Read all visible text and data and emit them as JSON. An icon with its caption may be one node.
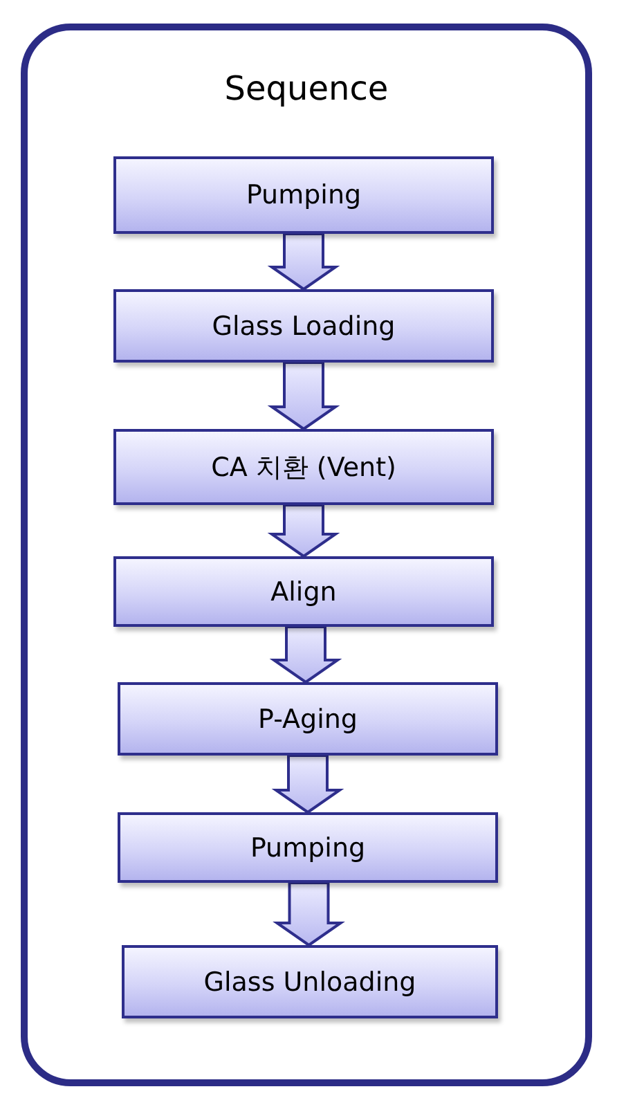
{
  "diagram": {
    "nodes": [
      {
        "text": [
          "Sequence"
        ]
      },
      {
        "text": [
          "Pumping"
        ],
        "in": 0
      },
      {
        "text": [
          "Glass Loading"
        ],
        "in": 0
      },
      {
        "text": [
          "CA 치환 (Vent)"
        ],
        "in": 0
      },
      {
        "text": [
          "Align"
        ],
        "in": 0
      },
      {
        "text": [
          "P-Aging"
        ],
        "in": 0
      },
      {
        "text": [
          "Pumping"
        ],
        "in": 0
      },
      {
        "text": [
          "Glass Unloading"
        ],
        "in": 0
      }
    ],
    "edges": [
      {
        "from": 1,
        "to": 2,
        "arrow": "to"
      },
      {
        "from": 2,
        "to": 3,
        "arrow": "to"
      },
      {
        "from": 3,
        "to": 4,
        "arrow": "to"
      },
      {
        "from": 4,
        "to": 5,
        "arrow": "to"
      },
      {
        "from": 5,
        "to": 6,
        "arrow": "to"
      },
      {
        "from": 6,
        "to": 7,
        "arrow": "to"
      }
    ]
  }
}
